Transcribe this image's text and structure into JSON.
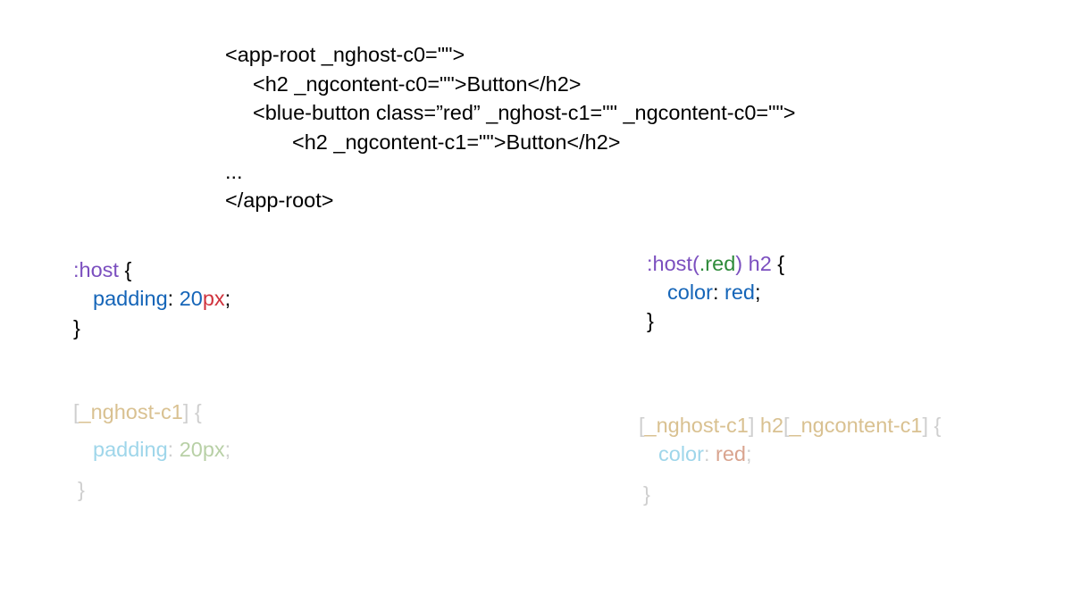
{
  "html_block": {
    "lines": [
      "<app-root _nghost-c0=\"\">",
      "<h2 _ngcontent-c0=\"\">Button</h2>",
      "<blue-button class=”red” _nghost-c1=\"\" _ngcontent-c0=\"\">",
      "<h2 _ngcontent-c1=\"\">Button</h2>",
      "...",
      "</app-root>"
    ]
  },
  "css_host": {
    "selector": ":host",
    "open_brace": " {",
    "property": "padding",
    "colon": ": ",
    "number": "20",
    "unit": "px",
    "semicolon": ";",
    "close_brace": "}"
  },
  "css_host_red": {
    "selector": ":host(",
    "class": ".red",
    "selector_close": ")",
    "tag": " h2",
    "open_brace": " {",
    "property": "color",
    "colon": ": ",
    "value": "red",
    "semicolon": ";",
    "close_brace": "}"
  },
  "compiled_host": {
    "bracket_open": "[",
    "attr": "_nghost-c1",
    "bracket_close": "]",
    "open_brace": " {",
    "property": "padding",
    "colon": ": ",
    "value": "20px",
    "semicolon": ";",
    "close_brace": "}"
  },
  "compiled_host_red": {
    "bracket_open": "[",
    "attr": "_nghost-c1",
    "bracket_close": "]",
    "tag": " h2",
    "bracket2_open": "[",
    "attr2": "_ngcontent-c1",
    "bracket2_close": "]",
    "open_brace": " {",
    "property": "color",
    "colon": ": ",
    "value": "red",
    "semicolon": ";",
    "close_brace": "}"
  }
}
